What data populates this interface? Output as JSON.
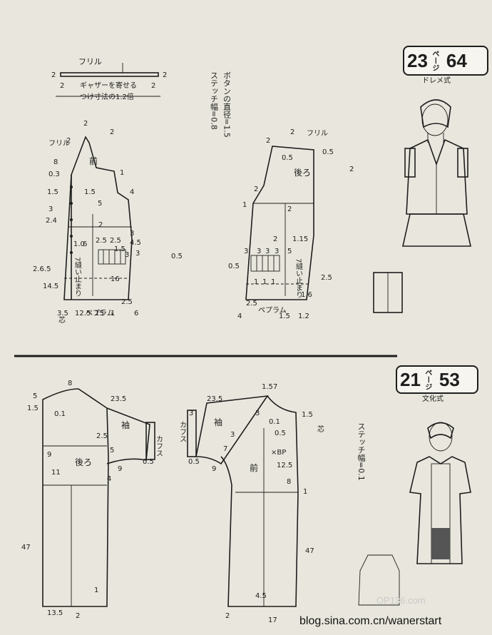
{
  "top": {
    "badge": {
      "left": "23",
      "page_label": "ページ",
      "right": "64",
      "subtitle": "ドレメ式"
    },
    "frill_title": "フリル",
    "gather_note": "ギャザーを寄せる",
    "frill_length_note": "つけ寸法の1.2倍",
    "button_note": "ボタンの直径=1.5",
    "stitch_note": "ステッチ幅=0.8",
    "front_label": "前",
    "back_label": "後ろ",
    "frill_label_a": "フリル",
    "frill_label_b": "フリル",
    "peplum_label_a": "ペプラム",
    "peplum_label_b": "ペプラム",
    "sew_stop_a": "7縫い止まり",
    "sew_stop_b": "7縫い止まり",
    "core_label": "芯",
    "numbers_front": [
      "2",
      "2",
      "2",
      "2",
      "8",
      "0.3",
      "1",
      "1.5",
      "1.5",
      "4",
      "3",
      "5",
      "2.4",
      "2",
      "1.0",
      "6",
      "2.5",
      "3",
      "4.5",
      "3",
      "0.5",
      "3",
      "2.5",
      "1.5",
      "3",
      "2.6.5",
      "14.5",
      "16",
      "3.5",
      "12.5",
      "15",
      "1",
      "6",
      "2.5"
    ],
    "numbers_back": [
      "2",
      "2",
      "2",
      "0.5",
      "0.5",
      "2",
      "1",
      "2",
      "2",
      "1.15",
      "3",
      "3",
      "3",
      "3",
      "5",
      "0.5",
      "1",
      "1",
      "1",
      "1.6",
      "2.5",
      "4",
      "2.5",
      "1.5",
      "1.2",
      "2"
    ]
  },
  "bottom": {
    "badge": {
      "left": "21",
      "page_label": "ページ",
      "right": "53",
      "subtitle": "文化式"
    },
    "stitch_note": "ステッチ幅=0.1",
    "sleeve_label_a": "袖",
    "sleeve_label_b": "袖",
    "cuffs_label_a": "カフス",
    "cuffs_label_b": "カフス",
    "back_label": "後ろ",
    "front_label": "前",
    "core_label": "芯",
    "bp_label": "×BP",
    "numbers_back": [
      "8",
      "5",
      "1.5",
      "0.1",
      "23.5",
      "2.5",
      "5",
      "9",
      "11",
      "4",
      "0.5",
      "47",
      "13.5",
      "2",
      "1"
    ],
    "numbers_front": [
      "1.5",
      "7",
      "23.5",
      "3",
      "3",
      "1.5",
      "0.1",
      "0.5",
      "7",
      "3",
      "12.5",
      "8",
      "1",
      "0.5",
      "9",
      "47",
      "4.5",
      "17",
      "2"
    ]
  },
  "watermark": {
    "logo": "OP136.com",
    "blog": "blog.sina.com.cn/wanerstart"
  }
}
